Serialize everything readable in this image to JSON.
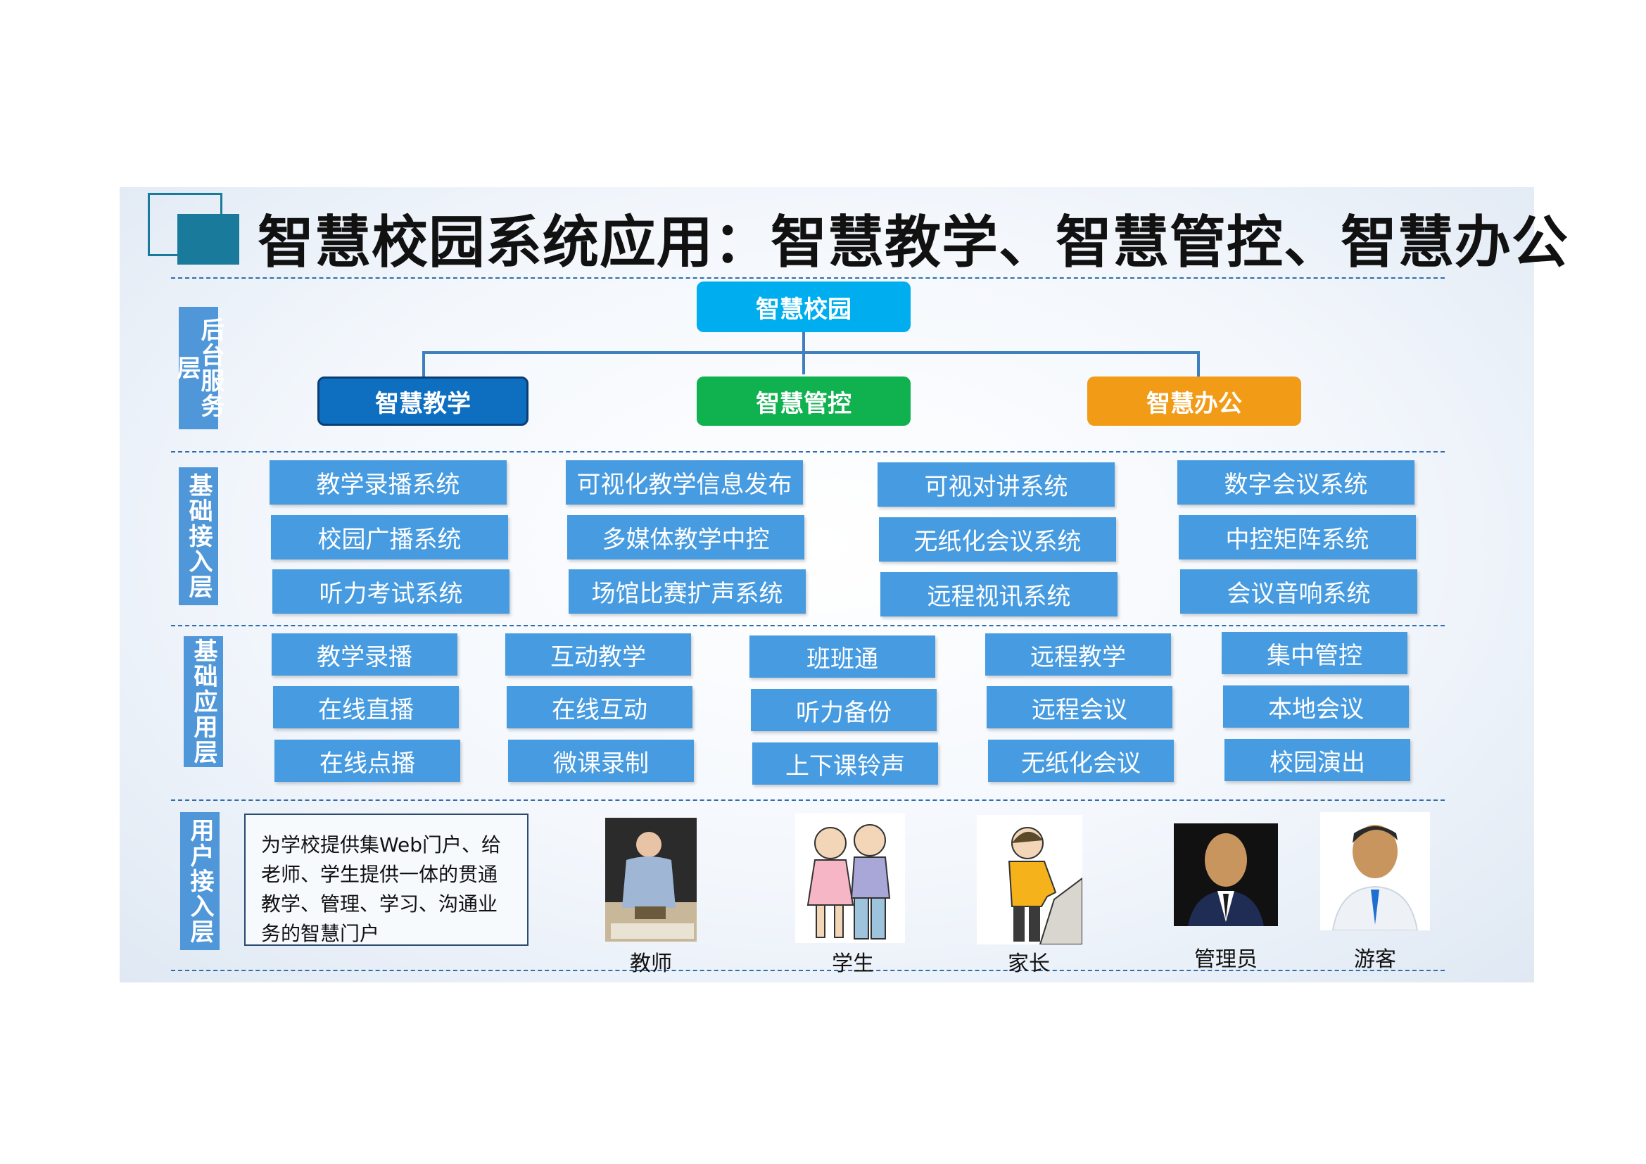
{
  "title": "智慧校园系统应用：智慧教学、智慧管控、智慧办公",
  "layers": {
    "backend": "后台服务层",
    "infra": "基础接入层",
    "app": "基础应用层",
    "user": "用户接入层"
  },
  "tree": {
    "root": "智慧校园",
    "children": [
      "智慧教学",
      "智慧管控",
      "智慧办公"
    ]
  },
  "colors": {
    "root": "#00aeef",
    "teaching": "#0e6fc1",
    "control": "#0fb24f",
    "office": "#f29b16",
    "box": "#479be0",
    "layer": "#4f97d9"
  },
  "infra_systems": [
    [
      "教学录播系统",
      "校园广播系统",
      "听力考试系统"
    ],
    [
      "可视化教学信息发布",
      "多媒体教学中控",
      "场馆比赛扩声系统"
    ],
    [
      "可视对讲系统",
      "无纸化会议系统",
      "远程视讯系统"
    ],
    [
      "数字会议系统",
      "中控矩阵系统",
      "会议音响系统"
    ]
  ],
  "app_functions": [
    [
      "教学录播",
      "在线直播",
      "在线点播"
    ],
    [
      "互动教学",
      "在线互动",
      "微课录制"
    ],
    [
      "班班通",
      "听力备份",
      "上下课铃声"
    ],
    [
      "远程教学",
      "远程会议",
      "无纸化会议"
    ],
    [
      "集中管控",
      "本地会议",
      "校园演出"
    ]
  ],
  "portal_description": "为学校提供集Web门户、给老师、学生提供一体的贯通教学、管理、学习、沟通业务的智慧门户",
  "users": [
    {
      "label": "教师",
      "icon": "teacher-icon"
    },
    {
      "label": "学生",
      "icon": "students-icon"
    },
    {
      "label": "家长",
      "icon": "parent-icon"
    },
    {
      "label": "管理员",
      "icon": "admin-icon"
    },
    {
      "label": "游客",
      "icon": "visitor-icon"
    }
  ]
}
